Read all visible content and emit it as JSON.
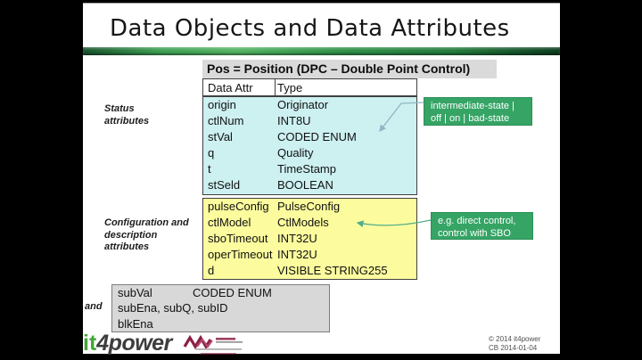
{
  "title": "Data Objects and Data Attributes",
  "caption": "Pos = Position (DPC – Double Point Control)",
  "table": {
    "headers": {
      "attr": "Data Attr",
      "type": "Type"
    },
    "status_rows": [
      {
        "attr": "origin",
        "type": "Originator"
      },
      {
        "attr": "ctlNum",
        "type": "INT8U"
      },
      {
        "attr": "stVal",
        "type": "CODED ENUM"
      },
      {
        "attr": "q",
        "type": "Quality"
      },
      {
        "attr": "t",
        "type": "TimeStamp"
      },
      {
        "attr": "stSeld",
        "type": "BOOLEAN"
      }
    ],
    "config_rows": [
      {
        "attr": "pulseConfig",
        "type": "PulseConfig"
      },
      {
        "attr": "ctlModel",
        "type": "CtlModels"
      },
      {
        "attr": "sboTimeout",
        "type": "INT32U"
      },
      {
        "attr": "operTimeout",
        "type": "INT32U"
      },
      {
        "attr": "d",
        "type": "VISIBLE STRING255"
      }
    ]
  },
  "side_labels": {
    "status": "Status attributes",
    "config": "Configuration and description attributes",
    "and": "and"
  },
  "callouts": {
    "stval": {
      "line1": "intermediate-state |",
      "line2": "off | on | bad-state"
    },
    "ctlmodel": {
      "line1": "e.g. direct control,",
      "line2": "control with SBO"
    }
  },
  "substitution_box": {
    "row1_attr": "subVal",
    "row1_type": "CODED ENUM",
    "row2": "subEna, subQ, subID",
    "row3": "blkEna"
  },
  "footer": {
    "logo_it": "it",
    "logo_4power": "4power",
    "copyright_line1": "© 2014 it4power",
    "copyright_line2": "CB 2014-01-04"
  },
  "colors": {
    "status_bg": "#cdf0f1",
    "config_bg": "#fcfc9e",
    "callout_green": "#35a465",
    "caption_gray": "#dadada",
    "sub_box_gray": "#d8d8d8",
    "accent_green": "#2f9148",
    "logo_green": "#44a636",
    "leader_blue": "#8fb6c2",
    "leader_green": "#52ad8a"
  }
}
